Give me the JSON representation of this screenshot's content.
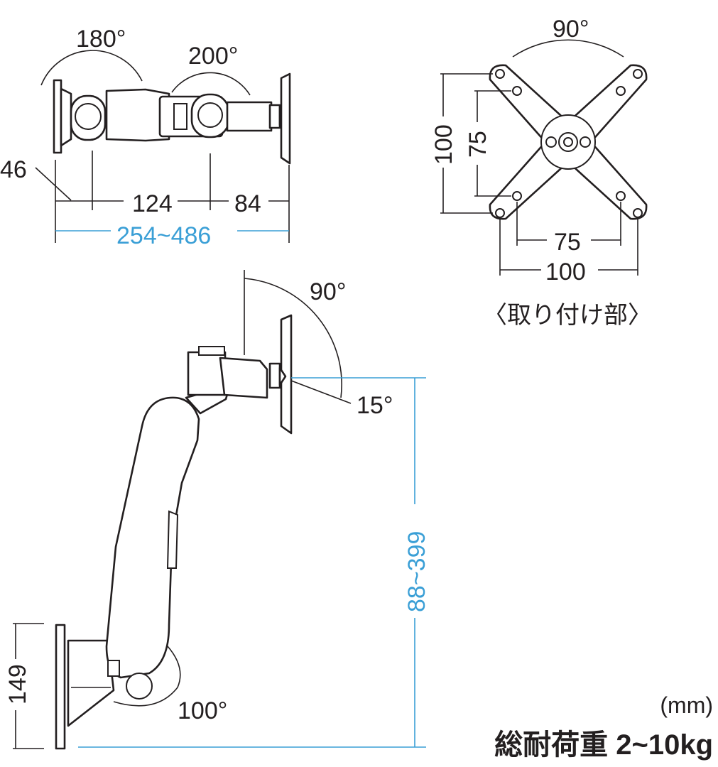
{
  "colors": {
    "line": "#231f20",
    "dimension_blue": "#3a9fd6",
    "background": "#ffffff"
  },
  "top_view": {
    "swing_left": "180°",
    "swing_right": "200°",
    "dim_offset": "46",
    "dim_arm1": "124",
    "dim_arm2": "84",
    "dim_total": "254~486"
  },
  "mount_plate": {
    "angle": "90°",
    "height_outer": "100",
    "height_inner": "75",
    "width_inner": "75",
    "width_outer": "100",
    "caption": "〈取り付け部〉"
  },
  "side_view": {
    "tilt_up": "90°",
    "tilt_down": "15°",
    "height_range": "88~399",
    "base_height": "149",
    "base_rotate": "100°"
  },
  "units": "(mm)",
  "load_spec": "総耐荷重 2~10kg"
}
